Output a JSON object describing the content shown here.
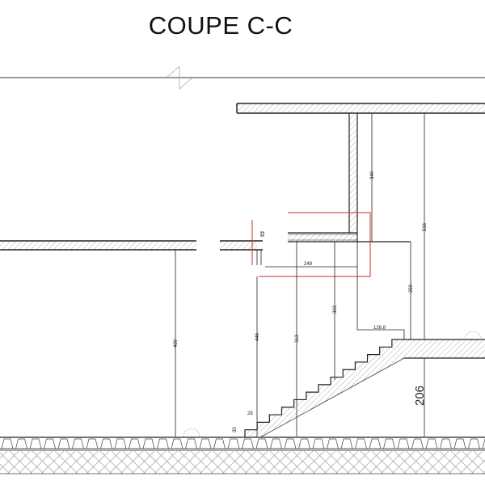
{
  "title": "COUPE C-C",
  "dimensions": {
    "d340": "340",
    "d516": "516",
    "d249": "249",
    "d250": "250",
    "d303": "303",
    "d313": "313",
    "d446": "446",
    "d400": "400",
    "d126": "126.8",
    "d28": "28",
    "d30": "30",
    "d206": "206"
  },
  "colors": {
    "line": "#1a1a1a",
    "hatch": "#9a9a9a",
    "red": "#cc2b2b"
  },
  "stair_steps": 13
}
